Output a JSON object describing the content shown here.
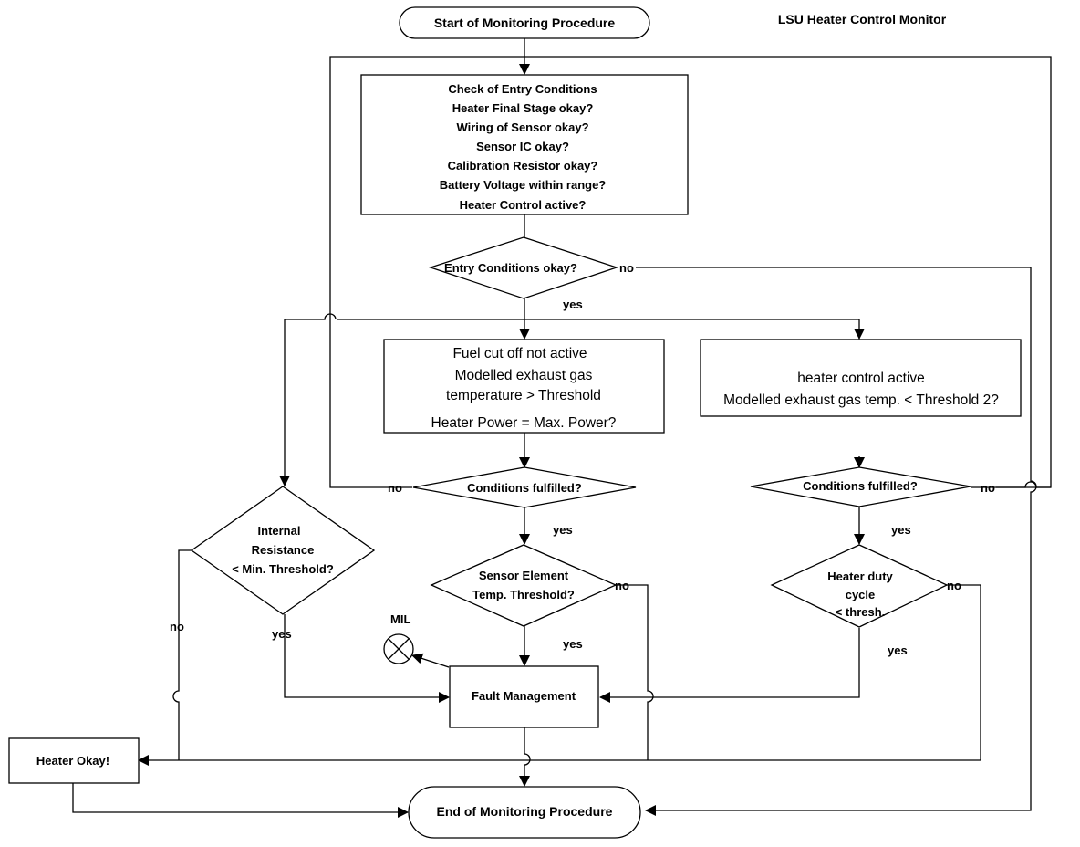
{
  "title": "LSU Heater Control Monitor",
  "start": "Start of Monitoring Procedure",
  "end": "End of Monitoring Procedure",
  "entry_check": {
    "lines": [
      "Check of Entry Conditions",
      "Heater Final Stage okay?",
      "Wiring of Sensor okay?",
      "Sensor IC okay?",
      "Calibration Resistor okay?",
      "Battery Voltage within range?",
      "Heater Control active?"
    ]
  },
  "entry_decision": "Entry Conditions okay?",
  "left_box": {
    "lines": [
      "Fuel cut off not active",
      "Modelled exhaust gas",
      "temperature > Threshold",
      "Heater Power = Max. Power?"
    ]
  },
  "right_box": {
    "lines": [
      "heater control active",
      "Modelled exhaust gas temp. < Threshold 2?"
    ]
  },
  "cond_left": "Conditions fulfilled?",
  "cond_right": "Conditions fulfilled?",
  "sensor_decision": {
    "lines": [
      "Sensor Element",
      "Temp. Threshold?"
    ]
  },
  "duty_decision": {
    "lines": [
      "Heater duty",
      "cycle",
      "< thresh."
    ]
  },
  "resistance_decision": {
    "lines": [
      "Internal",
      "Resistance",
      "< Min. Threshold?"
    ]
  },
  "fault": "Fault Management",
  "heater_ok": "Heater Okay!",
  "mil": "MIL",
  "labels": {
    "yes": "yes",
    "no": "no"
  }
}
